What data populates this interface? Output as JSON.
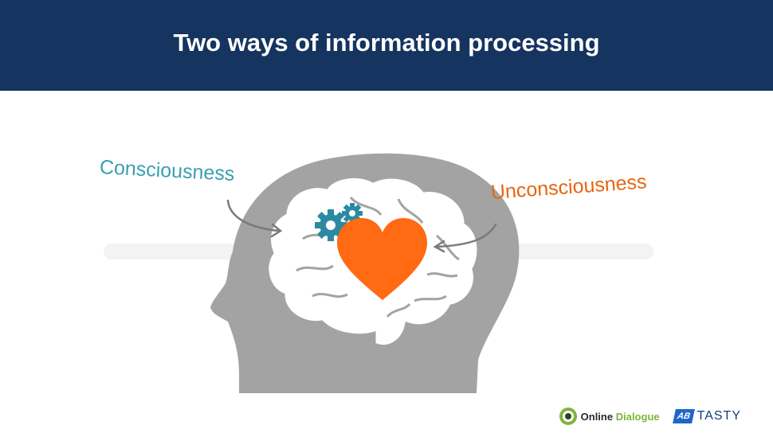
{
  "slide": {
    "title": "Two ways of information processing"
  },
  "labels": {
    "consciousness": "Consciousness",
    "unconsciousness": "Unconsciousness"
  },
  "logos": {
    "online_dialogue": {
      "word1": "Online",
      "word2": "Dialogue"
    },
    "ab_tasty": {
      "mark": "AB",
      "word": "TASTY"
    }
  },
  "colors": {
    "header_bg": "#15345f",
    "consciousness": "#3a9fb1",
    "unconsciousness": "#e8650f",
    "heart": "#ff6a13",
    "head": "#a3a3a3",
    "gear": "#2b8aa1"
  },
  "icons": [
    "head-silhouette-icon",
    "brain-icon",
    "gears-icon",
    "heart-icon",
    "arrow-icon"
  ]
}
